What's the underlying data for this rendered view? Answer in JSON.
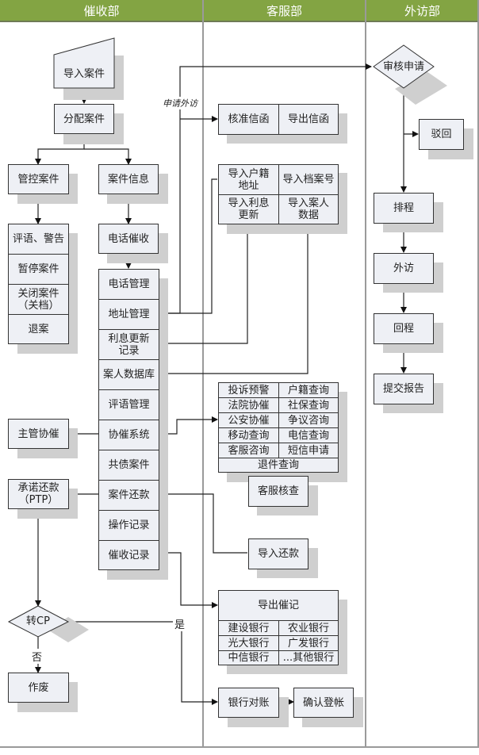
{
  "lanes": [
    {
      "label": "催收部"
    },
    {
      "label": "客服部"
    },
    {
      "label": "外访部"
    }
  ],
  "collection": {
    "import_cases": "导入案件",
    "assign_cases": "分配案件",
    "control_cases": "管控案件",
    "case_info": "案件信息",
    "control_stack": [
      "评语、警告",
      "暂停案件",
      "关闭案件\n（关档）",
      "退案"
    ],
    "phone_collection": "电话催收",
    "func_stack": [
      "电话管理",
      "地址管理",
      "利息更新\n记录",
      "案人数据库",
      "评语管理",
      "协催系统",
      "共债案件",
      "案件还款",
      "操作记录",
      "催收记录"
    ],
    "supervisor_assist": "主管协催",
    "promise_payment": "承诺还款\n（PTP）",
    "to_cp": "转CP",
    "void": "作废",
    "yes_label": "是",
    "no_label": "否"
  },
  "service": {
    "apply_visit_label": "申请外访",
    "letters": [
      "核准信函",
      "导出信函"
    ],
    "imports": [
      "导入户籍\n地址",
      "导入档案号",
      "导入利息\n更新",
      "导入案人\n数据"
    ],
    "queries": [
      "投诉预警",
      "户籍查询",
      "法院协催",
      "社保查询",
      "公安协催",
      "争议咨询",
      "移动查询",
      "电信查询",
      "客服咨询",
      "短信申请"
    ],
    "query_footer": "退件查询",
    "service_check": "客服核查",
    "import_payment": "导入还款",
    "export_notes": "导出催记",
    "banks": [
      "建设银行",
      "农业银行",
      "光大银行",
      "广发银行",
      "中信银行",
      "...其他银行"
    ],
    "bank_reconcile": "银行对账",
    "confirm_entry": "确认登帐"
  },
  "visit": {
    "review_apply": "审核申请",
    "reject": "驳回",
    "schedule": "排程",
    "visit": "外访",
    "return": "回程",
    "submit_report": "提交报告"
  },
  "colors": {
    "header": "#83a443",
    "box_fill": "#eef0f5",
    "shadow": "#cfcfcf",
    "line": "#333333"
  }
}
